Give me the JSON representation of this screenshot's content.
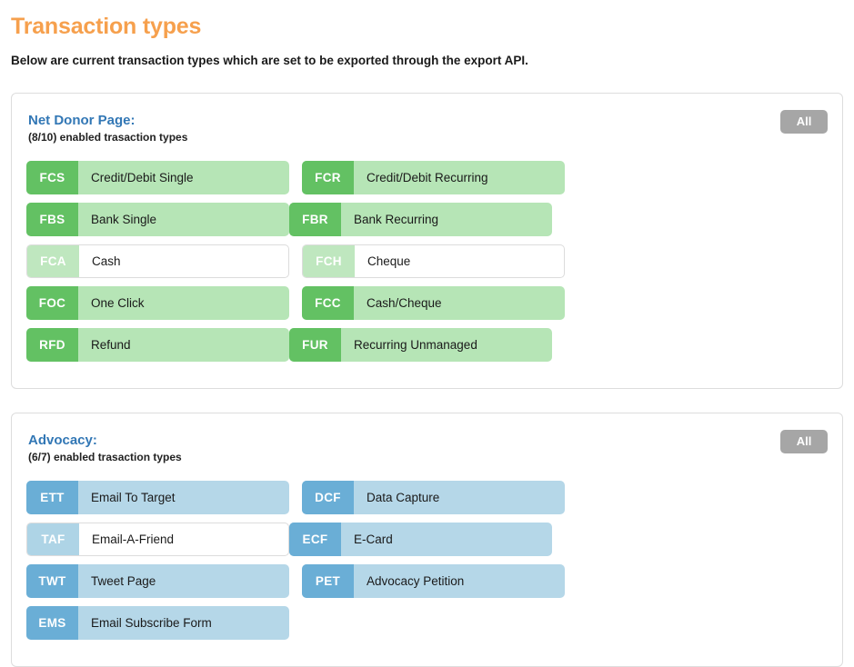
{
  "header": {
    "title": "Transaction types",
    "description": "Below are current transaction types which are set to be exported through the export API.",
    "title_color": "#f6a04d"
  },
  "panels": [
    {
      "name": "net-donor-page",
      "title": "Net Donor Page:",
      "count_text": "(8/10) enabled trasaction types",
      "enabled_count": 8,
      "total_count": 10,
      "all_button_label": "All",
      "color_scheme": {
        "badge_on": "#63c163",
        "body_on": "#b6e5b6",
        "badge_off": "#bfe7bf",
        "body_off": "#ffffff"
      },
      "items": [
        {
          "code": "FCS",
          "label": "Credit/Debit Single",
          "enabled": true
        },
        {
          "code": "FCR",
          "label": "Credit/Debit Recurring",
          "enabled": true
        },
        {
          "code": "FBS",
          "label": "Bank Single",
          "enabled": true
        },
        {
          "code": "FBR",
          "label": "Bank Recurring",
          "enabled": true
        },
        {
          "code": "FCA",
          "label": "Cash",
          "enabled": false
        },
        {
          "code": "FCH",
          "label": "Cheque",
          "enabled": false
        },
        {
          "code": "FOC",
          "label": "One Click",
          "enabled": true
        },
        {
          "code": "FCC",
          "label": "Cash/Cheque",
          "enabled": true
        },
        {
          "code": "RFD",
          "label": "Refund",
          "enabled": true
        },
        {
          "code": "FUR",
          "label": "Recurring Unmanaged",
          "enabled": true
        }
      ]
    },
    {
      "name": "advocacy",
      "title": "Advocacy:",
      "count_text": "(6/7) enabled trasaction types",
      "enabled_count": 6,
      "total_count": 7,
      "all_button_label": "All",
      "color_scheme": {
        "badge_on": "#6aaed6",
        "body_on": "#b5d7e8",
        "badge_off": "#aed4e6",
        "body_off": "#ffffff"
      },
      "items": [
        {
          "code": "ETT",
          "label": "Email To Target",
          "enabled": true
        },
        {
          "code": "DCF",
          "label": "Data Capture",
          "enabled": true
        },
        {
          "code": "TAF",
          "label": "Email-A-Friend",
          "enabled": false
        },
        {
          "code": "ECF",
          "label": "E-Card",
          "enabled": true
        },
        {
          "code": "TWT",
          "label": "Tweet Page",
          "enabled": true
        },
        {
          "code": "PET",
          "label": "Advocacy Petition",
          "enabled": true
        },
        {
          "code": "EMS",
          "label": "Email Subscribe Form",
          "enabled": true
        }
      ]
    }
  ]
}
